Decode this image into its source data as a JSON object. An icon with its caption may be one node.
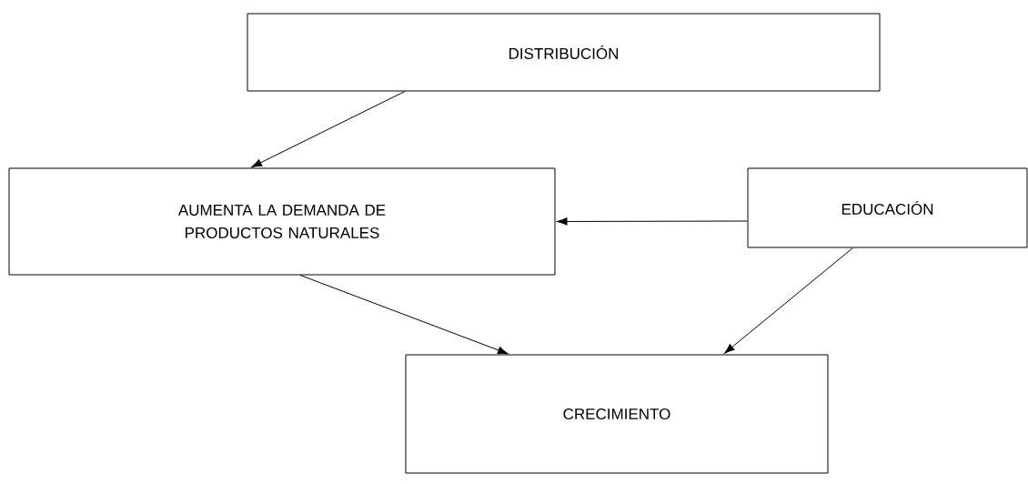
{
  "diagram": {
    "nodes": [
      {
        "text": [
          "DISTRIBUCIÓN"
        ]
      },
      {
        "text": [
          "AUMENTA LA DEMANDA DE PRODUCTOS NATURALES"
        ]
      },
      {
        "text": [
          "EDUCACIÓN"
        ]
      },
      {
        "text": [
          "CRECIMIENTO"
        ]
      }
    ],
    "edges": [
      {
        "from": 0,
        "to": 1,
        "arrow": "to"
      },
      {
        "from": 2,
        "to": 1,
        "arrow": "to"
      },
      {
        "from": 1,
        "to": 3,
        "arrow": "to"
      },
      {
        "from": 2,
        "to": 3,
        "arrow": "to"
      }
    ]
  }
}
